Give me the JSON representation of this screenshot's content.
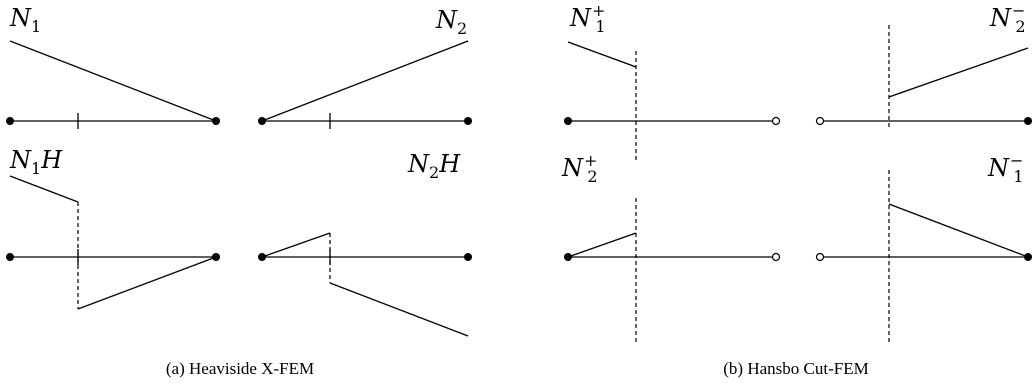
{
  "panel_a": {
    "caption": "(a) Heaviside X-FEM",
    "labels": {
      "n1_base": "N",
      "n1_sub": "1",
      "n2_base": "N",
      "n2_sub": "2",
      "n1h_base": "N",
      "n1h_sub": "1",
      "n1h_suffix": "H",
      "n2h_base": "N",
      "n2h_sub": "2",
      "n2h_suffix": "H"
    }
  },
  "panel_b": {
    "caption": "(b) Hansbo Cut-FEM",
    "labels": {
      "n1p_base": "N",
      "n1p_sub": "1",
      "n1p_sup": "+",
      "n2m_base": "N",
      "n2m_sub": "2",
      "n2m_sup": "−",
      "n2p_base": "N",
      "n2p_sub": "2",
      "n2p_sup": "+",
      "n1m_base": "N",
      "n1m_sub": "1",
      "n1m_sup": "−"
    }
  }
}
